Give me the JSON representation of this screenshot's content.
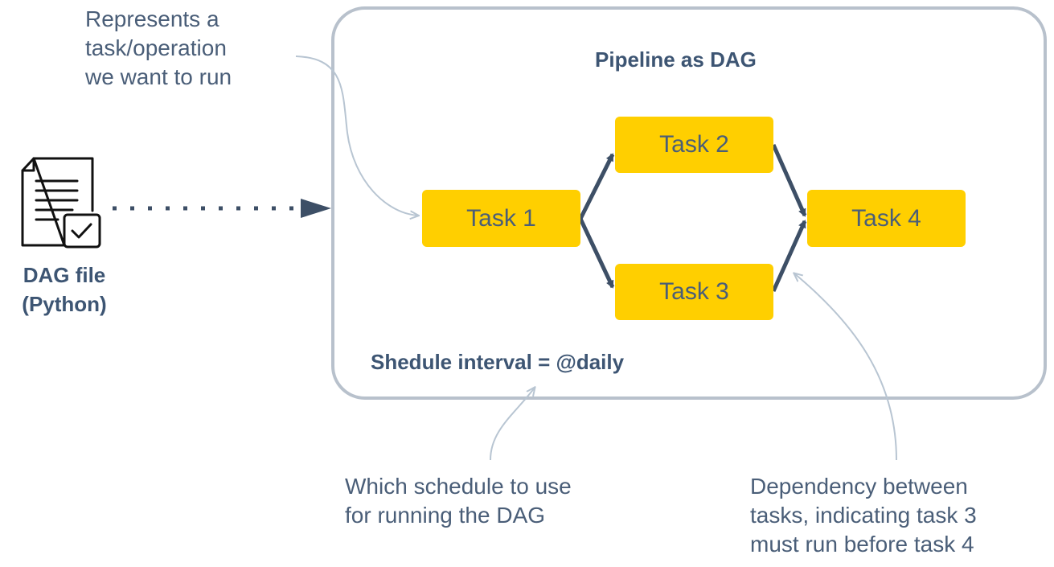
{
  "annotations": {
    "task_note": "Represents a\ntask/operation\nwe want to run",
    "schedule_note": "Which schedule to use\nfor running the DAG",
    "dependency_note": "Dependency between\ntasks, indicating task 3\nmust run before task 4"
  },
  "file": {
    "icon": "document-check-icon",
    "label": "DAG file\n(Python)"
  },
  "pipeline": {
    "title": "Pipeline as DAG",
    "schedule": "Shedule interval = @daily",
    "tasks": [
      "Task 1",
      "Task 2",
      "Task 3",
      "Task 4"
    ],
    "edges": [
      [
        "Task 1",
        "Task 2"
      ],
      [
        "Task 1",
        "Task 3"
      ],
      [
        "Task 2",
        "Task 4"
      ],
      [
        "Task 3",
        "Task 4"
      ]
    ]
  },
  "colors": {
    "task_fill": "#ffcf00",
    "arrow": "#3d4f66",
    "border": "#b8c1cc",
    "callout": "#b8c5d2",
    "text": "#4a5e78"
  }
}
